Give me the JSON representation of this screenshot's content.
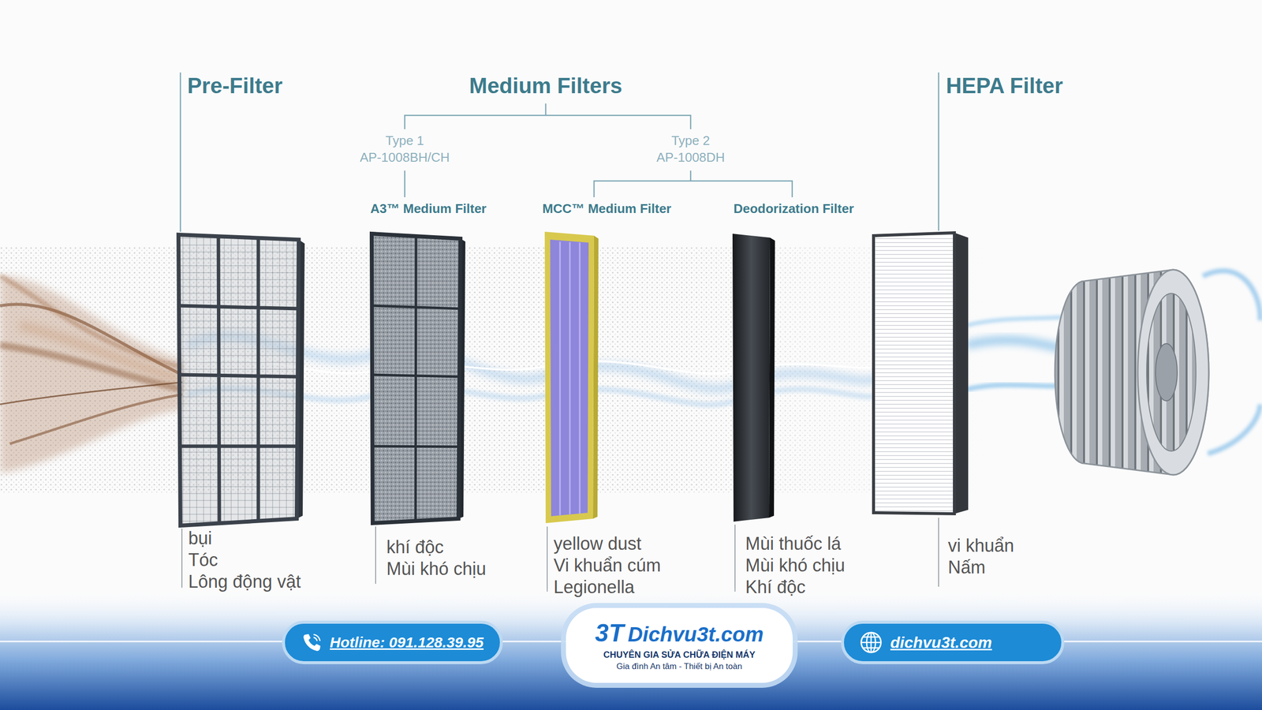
{
  "diagram": {
    "nodes": [
      {
        "text": [
          "Hotline: 091.128.39.95"
        ]
      },
      {
        "text": [
          "3T",
          "Dichvu3t.com",
          "CHUYÊN GIA SỬA CHỮA ĐIỆN MÁY",
          "Gia đình An tâm - Thiết bị An toàn"
        ]
      },
      {
        "text": [
          "dichvu3t.com"
        ]
      }
    ],
    "labels": [
      "Pre-Filter",
      "Medium Filters",
      "Type 1",
      "AP-1008BH/CH",
      "Type 2",
      "AP-1008DH",
      "A3™ Medium Filter",
      "MCC™ Medium Filter",
      "Deodorization Filter",
      "HEPA Filter",
      "bụi",
      "Tóc",
      "Lông động vật",
      "khí độc",
      "Mùi khó chịu",
      "yellow dust",
      "Vi khuẩn cúm",
      "Legionella",
      "Mùi thuốc lá",
      "Mùi khó chịu",
      "Khí độc",
      "vi khuẩn",
      "Nấm"
    ]
  }
}
